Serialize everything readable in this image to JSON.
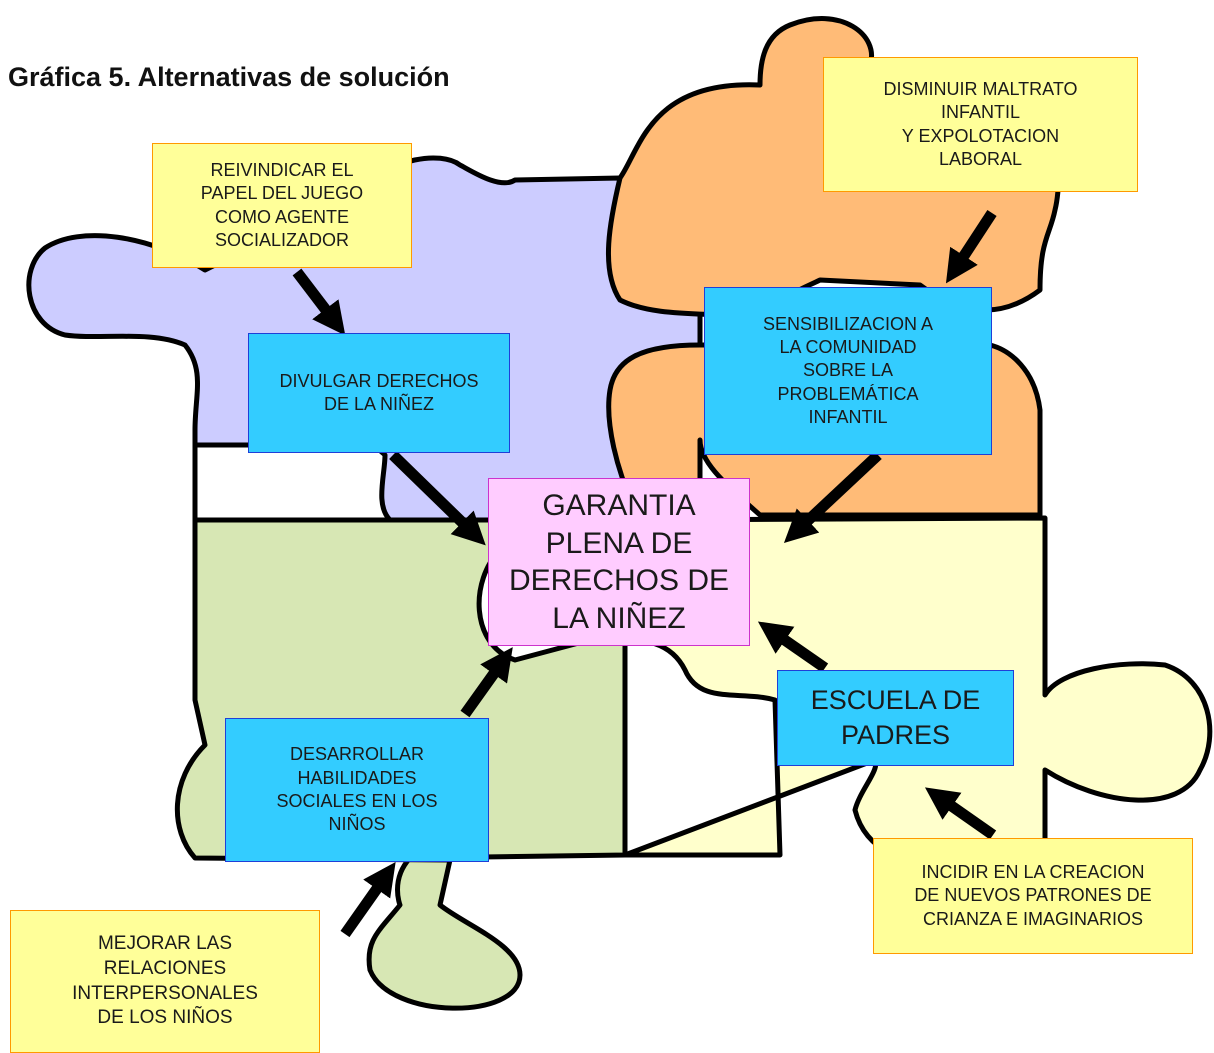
{
  "title": "Gráfica 5. Alternativas de solución",
  "colors": {
    "piece_purple": "#ccccff",
    "piece_orange": "#ffbb77",
    "piece_green": "#d7e7b4",
    "piece_cream": "#ffffcc",
    "note_yellow": "#ffff99",
    "note_blue": "#33ccff",
    "center_pink": "#ffccff"
  },
  "center": {
    "text": "GARANTIA\nPLENA DE\nDERECHOS DE\nLA NIÑEZ"
  },
  "boxes": {
    "reivindicar": "REIVINDICAR EL\nPAPEL DEL JUEGO\nCOMO AGENTE\nSOCIALIZADOR",
    "divulgar": "DIVULGAR DERECHOS\nDE LA NIÑEZ",
    "disminuir": "DISMINUIR  MALTRATO\nINFANTIL\nY EXPOLOTACION\nLABORAL",
    "sensibilizacion": "SENSIBILIZACION A\nLA COMUNIDAD\nSOBRE LA\nPROBLEMÁTICA\nINFANTIL",
    "escuela": "ESCUELA DE\nPADRES",
    "desarrollar": "DESARROLLAR\nHABILIDADES\nSOCIALES EN LOS\nNIÑOS",
    "incidir": "INCIDIR EN LA CREACION\nDE NUEVOS PATRONES DE\nCRIANZA E IMAGINARIOS",
    "mejorar": "MEJORAR LAS\nRELACIONES\nINTERPERSONALES\nDE LOS NIÑOS"
  }
}
